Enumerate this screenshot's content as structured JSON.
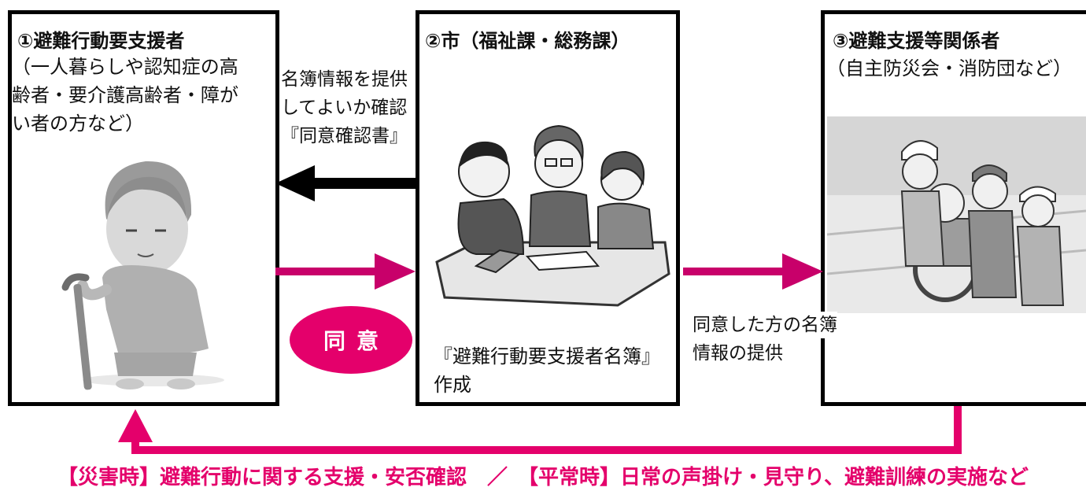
{
  "box1": {
    "title": "①避難行動要支援者",
    "desc": [
      "（一人暮らしや認知症の高",
      "齢者・要介護高齢者・障が",
      "い者の方など）"
    ]
  },
  "box2": {
    "title": "②市（福祉課・総務課）",
    "caption": [
      "『避難行動要支援者名簿』",
      "作成"
    ]
  },
  "box3": {
    "title": "③避難支援等関係者",
    "desc": [
      "（自主防災会・消防団など）"
    ]
  },
  "confirm_label": [
    "名簿情報を提供",
    "してよいか確認",
    "『同意確認書』"
  ],
  "consent": "同意",
  "provide_label": [
    "同意した方の名簿",
    "情報の提供"
  ],
  "bottom_text": "【災害時】避難行動に関する支援・安否確認　／　【平常時】日常の声掛け・見守り、避難訓練の実施など",
  "colors": {
    "accent": "#e4006b",
    "border": "#000000"
  },
  "icons": [
    "elderly-woman-with-cane",
    "city-staff-meeting",
    "rescue-team-with-wheelchair"
  ]
}
